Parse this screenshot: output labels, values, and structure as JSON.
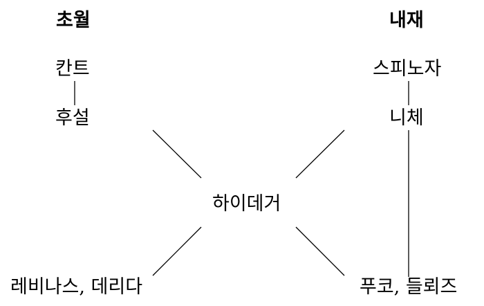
{
  "headers": {
    "transcendence": "초월",
    "immanence": "내재"
  },
  "nodes": {
    "kant": "칸트",
    "husserl": "후설",
    "spinoza": "스피노자",
    "nietzsche": "니체",
    "heidegger": "하이데거",
    "levinas_derrida": "레비나스, 데리다",
    "foucault_deleuze": "푸코, 들뢰즈"
  },
  "edges": [
    [
      "kant",
      "husserl"
    ],
    [
      "spinoza",
      "nietzsche"
    ],
    [
      "nietzsche",
      "foucault_deleuze"
    ],
    [
      "husserl",
      "heidegger"
    ],
    [
      "nietzsche",
      "heidegger"
    ],
    [
      "heidegger",
      "levinas_derrida"
    ],
    [
      "heidegger",
      "foucault_deleuze"
    ]
  ],
  "colors": {
    "text": "#000000",
    "line": "#000000",
    "background": "#ffffff"
  }
}
